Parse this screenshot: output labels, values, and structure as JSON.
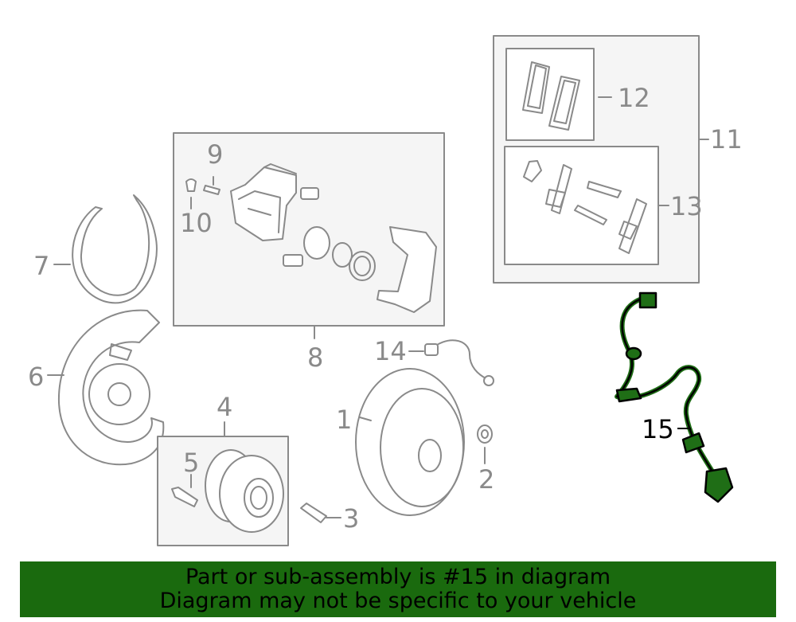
{
  "colors": {
    "line": "#8a8a8a",
    "box_fill": "#f5f5f5",
    "highlight_part": "#1f6e16",
    "banner_bg": "#1a6a0e",
    "banner_text": "#000000"
  },
  "callouts": {
    "c1": "1",
    "c2": "2",
    "c3": "3",
    "c4": "4",
    "c5": "5",
    "c6": "6",
    "c7": "7",
    "c8": "8",
    "c9": "9",
    "c10": "10",
    "c11": "11",
    "c12": "12",
    "c13": "13",
    "c14": "14",
    "c15": "15"
  },
  "banner": {
    "line1": "Part or sub-assembly is #15 in diagram",
    "line2": "Diagram may not be specific to your vehicle"
  }
}
